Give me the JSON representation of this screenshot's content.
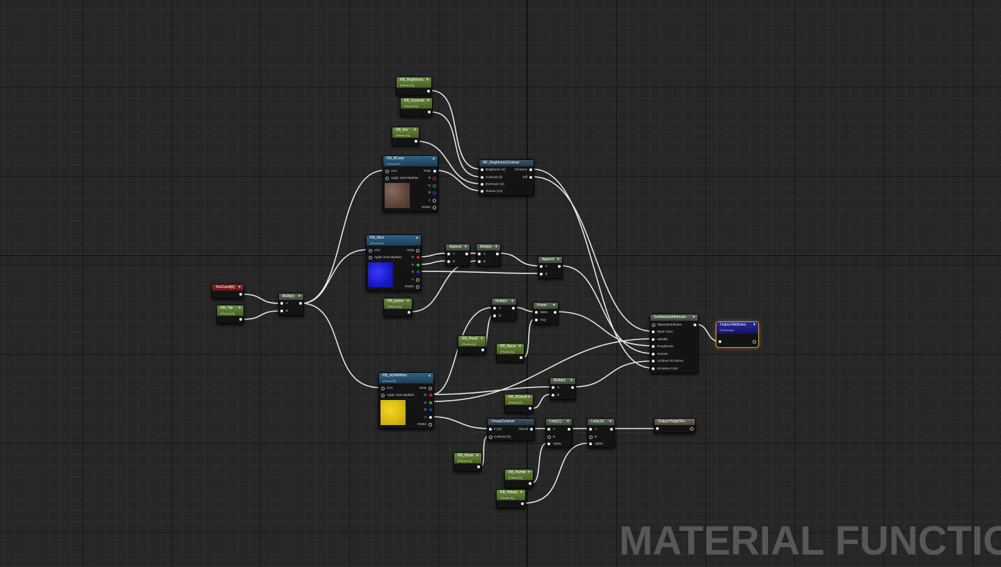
{
  "watermark": "MATERIAL FUNCTION",
  "colors": {
    "param_header": "#6a8a3c",
    "texture_header": "#2f6382",
    "texcoord_header": "#a02828",
    "function_header": "#3e5466",
    "output_border": "#e69a12",
    "wire": "#e8e8e8"
  },
  "nodes": {
    "brightness": {
      "title": "RB_Brightness",
      "sub": "(Param (1))"
    },
    "contrast": {
      "title": "RB_Contrast",
      "sub": "(Param (1))"
    },
    "em": {
      "title": "RB_Em",
      "sub": "(Param (1))"
    },
    "bcolor": {
      "title": "RB_BColor",
      "sub": "(Param2D)",
      "pins_in": [
        "UVs",
        "Apply View MipBias"
      ],
      "pins_out": [
        "RGB",
        "R",
        "G",
        "B",
        "A",
        "RGBA"
      ]
    },
    "mfbc": {
      "title": "MF_BrightnessContrast",
      "pins_in": [
        "Brightness (S)",
        "Contrast (S)",
        "EmPower (S)",
        "Texture (V3)"
      ],
      "pins_out": [
        "Emissive",
        "Diff"
      ]
    },
    "ntex": {
      "title": "RB_Ntex",
      "sub": "(Param2D)",
      "pins_in": [
        "UVs",
        "Apply View MipBias"
      ],
      "pins_out": [
        "RGB",
        "R",
        "G",
        "B",
        "A",
        "RGBA"
      ]
    },
    "append1": {
      "title": "Append",
      "pins": [
        "A",
        "B"
      ]
    },
    "multiply_n": {
      "title": "Multiply",
      "pins": [
        "A",
        "B"
      ]
    },
    "append2": {
      "title": "Append",
      "pins": [
        "A",
        "B"
      ]
    },
    "texcoord": {
      "title": "TexCoord[0]"
    },
    "tile": {
      "title": "RB_Tile",
      "sub": "(Param (1))"
    },
    "multiply_uv": {
      "title": "Multiply",
      "pins": [
        "A",
        "B"
      ]
    },
    "npower": {
      "title": "RB_power",
      "sub": "(Param (1))"
    },
    "multiply_r": {
      "title": "Multiply",
      "pins": [
        "A",
        "B"
      ]
    },
    "power": {
      "title": "Power",
      "pins": [
        "Base",
        "Exp"
      ]
    },
    "rmult": {
      "title": "RB_Rmult",
      "sub": "(Param (1))"
    },
    "rpow": {
      "title": "RB_Rpow",
      "sub": "(Param (1))"
    },
    "setma": {
      "title": "SetMaterialAttributes",
      "pins": [
        "MaterialAttributes",
        "Base Color",
        "Metallic",
        "Roughness",
        "Normal",
        "Ambient Occlusion",
        "Emissive Color"
      ]
    },
    "output_attr": {
      "title": "Output Attributes",
      "sub": "Previewing"
    },
    "aormh": {
      "title": "RB_AORMHtex",
      "sub": "(Param2D)",
      "pins_in": [
        "UVs",
        "Apply View MipBias"
      ],
      "pins_out": [
        "RGB",
        "R",
        "G",
        "B",
        "A",
        "RGBA"
      ]
    },
    "multiply_ao": {
      "title": "Multiply",
      "pins": [
        "A",
        "B"
      ]
    },
    "aomult": {
      "title": "RB_AOmult",
      "sub": "(Param (1))"
    },
    "cheap": {
      "title": "CheapContrast",
      "pins_in": [
        "In (S)",
        "Contrast (S)"
      ],
      "pins_out": [
        "Result"
      ]
    },
    "lerp1": {
      "title": "Lerp(1,)",
      "pins": [
        "A",
        "B",
        "Alpha"
      ]
    },
    "lerp2": {
      "title": "Lerp(,A)",
      "pins": [
        "A",
        "B",
        "Alpha"
      ]
    },
    "height_out": {
      "title": "Output HeightTex"
    },
    "hpow": {
      "title": "RB_Hpow",
      "sub": "(Param (1))"
    },
    "hwhite": {
      "title": "RB_Hwhite",
      "sub": "(Param (1))"
    },
    "hblack": {
      "title": "RB_Hblack",
      "sub": "(Param (1))"
    }
  }
}
